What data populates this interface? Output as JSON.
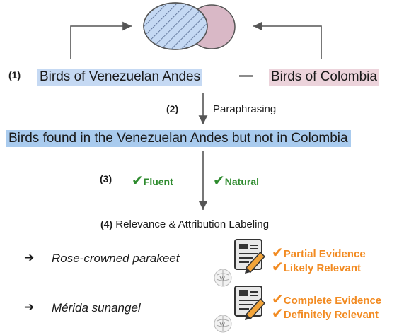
{
  "step1": {
    "label": "(1)",
    "set_a": "Birds of Venezuelan Andes",
    "operator": "—",
    "set_b": "Birds of Colombia"
  },
  "step2": {
    "label": "(2)",
    "text": "Paraphrasing"
  },
  "query": "Birds found in the Venezuelan Andes but not in Colombia",
  "step3": {
    "label": "(3)",
    "check": "✔",
    "fluent": "Fluent",
    "natural": "Natural"
  },
  "step4": {
    "label": "(4)",
    "text": "Relevance & Attribution Labeling"
  },
  "entities": [
    {
      "bullet": "➔",
      "name": "Rose-crowned parakeet",
      "evidence": "Partial Evidence",
      "relevance": "Likely Relevant"
    },
    {
      "bullet": "➔",
      "name": "Mérida sunangel",
      "evidence": "Complete Evidence",
      "relevance": "Definitely Relevant"
    }
  ],
  "colors": {
    "set_a": "#c5d9f3",
    "set_b": "#ecd3db",
    "query": "#a9cbee",
    "green": "#2e8b2e",
    "orange": "#f28b22"
  },
  "icons": [
    "venn-diagram-icon",
    "document-edit-icon",
    "wikipedia-globe-icon"
  ]
}
